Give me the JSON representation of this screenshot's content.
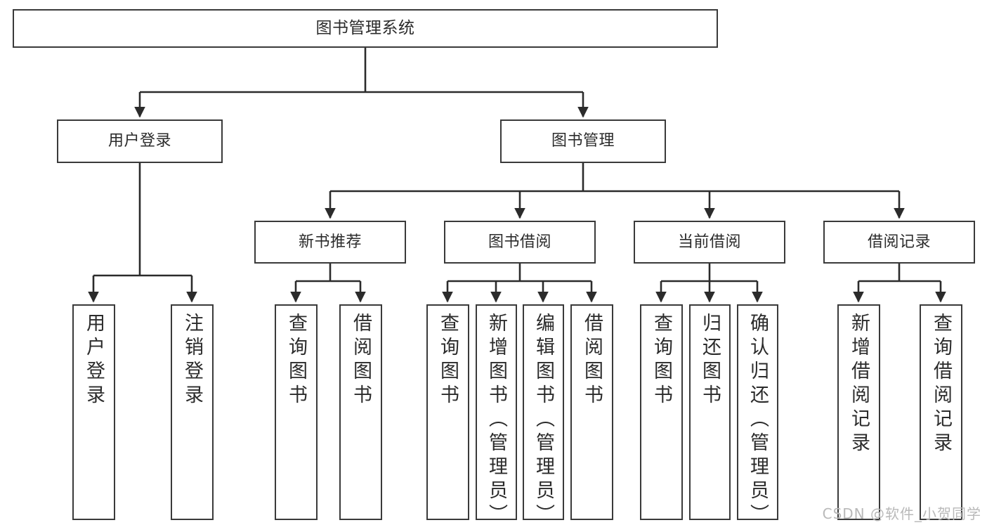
{
  "diagram": {
    "title": "图书管理系统",
    "root": {
      "id": "root",
      "label": "图书管理系统"
    },
    "level2": [
      {
        "id": "user-login",
        "label": "用户登录"
      },
      {
        "id": "book-manage",
        "label": "图书管理"
      }
    ],
    "level3": [
      {
        "id": "new-book-recommend",
        "label": "新书推荐"
      },
      {
        "id": "book-borrow",
        "label": "图书借阅"
      },
      {
        "id": "current-borrow",
        "label": "当前借阅"
      },
      {
        "id": "borrow-record",
        "label": "借阅记录"
      }
    ],
    "leaves": [
      {
        "id": "leaf-user-login",
        "label": "用户登录",
        "parent": "user-login"
      },
      {
        "id": "leaf-user-logout",
        "label": "注销登录",
        "parent": "user-login"
      },
      {
        "id": "leaf-query-book-1",
        "label": "查询图书",
        "parent": "new-book-recommend"
      },
      {
        "id": "leaf-borrow-book-1",
        "label": "借阅图书",
        "parent": "new-book-recommend"
      },
      {
        "id": "leaf-query-book-2",
        "label": "查询图书",
        "parent": "book-borrow"
      },
      {
        "id": "leaf-add-book",
        "label": "新增图书（管理员）",
        "parent": "book-borrow"
      },
      {
        "id": "leaf-edit-book",
        "label": "编辑图书（管理员）",
        "parent": "book-borrow"
      },
      {
        "id": "leaf-borrow-book-2",
        "label": "借阅图书",
        "parent": "book-borrow"
      },
      {
        "id": "leaf-query-book-3",
        "label": "查询图书",
        "parent": "current-borrow"
      },
      {
        "id": "leaf-return-book",
        "label": "归还图书",
        "parent": "current-borrow"
      },
      {
        "id": "leaf-confirm-return",
        "label": "确认归还（管理员）",
        "parent": "current-borrow"
      },
      {
        "id": "leaf-add-record",
        "label": "新增借阅记录",
        "parent": "borrow-record"
      },
      {
        "id": "leaf-query-record",
        "label": "查询借阅记录",
        "parent": "borrow-record"
      }
    ],
    "watermark": "CSDN @软件_小贺同学",
    "colors": {
      "stroke": "#3a3a3a",
      "edge": "#2b2b2b",
      "background": "#ffffff",
      "text": "#2b2b2b",
      "watermark": "#b9b9b9"
    }
  }
}
